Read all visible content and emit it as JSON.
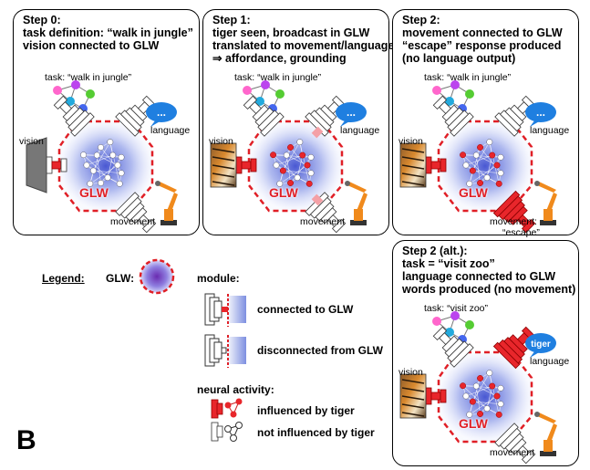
{
  "panel_letter": "B",
  "colors": {
    "red": "#e8262b",
    "blue_glow": "#5b6fd6",
    "orange": "#f08a1c",
    "dashed": "#e01f26"
  },
  "panels": [
    {
      "id": "step0",
      "title_lines": [
        "Step 0:",
        "task definition: “walk in jungle”",
        "vision connected to GLW"
      ],
      "task_label": "task: “walk in jungle”",
      "vision_label": "vision",
      "language_label": "language",
      "movement_label": "movement",
      "glw_label": "GLW",
      "bubble_text": "..."
    },
    {
      "id": "step1",
      "title_lines": [
        "Step 1:",
        "tiger seen, broadcast in GLW",
        "translated to movement/language",
        "⇒ affordance, grounding"
      ],
      "task_label": "task: “walk in jungle”",
      "vision_label": "vision",
      "language_label": "language",
      "movement_label": "movement",
      "glw_label": "GLW",
      "bubble_text": "..."
    },
    {
      "id": "step2",
      "title_lines": [
        "Step 2:",
        "movement connected to GLW",
        "“escape” response produced",
        "(no language output)"
      ],
      "task_label": "task: “walk in jungle”",
      "vision_label": "vision",
      "language_label": "language",
      "movement_label": "movement:",
      "movement_sub": "“escape”",
      "glw_label": "GLW",
      "bubble_text": "..."
    },
    {
      "id": "step2alt",
      "title_lines": [
        "Step 2 (alt.):",
        "task = “visit zoo”",
        "language connected to GLW",
        "words produced (no movement)"
      ],
      "task_label": "task: “visit zoo”",
      "vision_label": "vision",
      "language_label": "language",
      "movement_label": "movement",
      "glw_label": "GLW",
      "bubble_text": "tiger"
    }
  ],
  "legend": {
    "title": "Legend:",
    "glw_label": "GLW:",
    "module_label": "module:",
    "connected": "connected to GLW",
    "disconnected": "disconnected from GLW",
    "neural_label": "neural activity:",
    "influenced": "influenced by tiger",
    "not_influenced": "not influenced by tiger"
  }
}
